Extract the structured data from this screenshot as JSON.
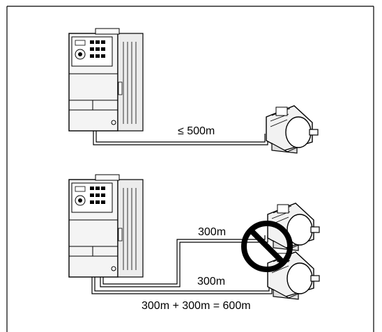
{
  "labels": {
    "top_cable_length": "≤ 500m",
    "upper_cable_length": "300m",
    "lower_cable_length": "300m",
    "total_cable_length": "300m + 300m = 600m"
  },
  "icons": {
    "inverter": "inverter-icon",
    "motor": "motor-icon",
    "prohibited": "prohibited-icon"
  },
  "colors": {
    "line": "#000000",
    "prohibited": "#000000",
    "background": "#ffffff"
  }
}
